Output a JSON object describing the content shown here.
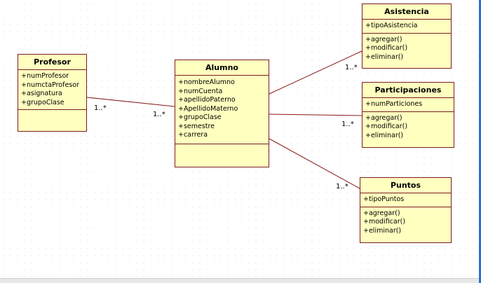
{
  "classes": {
    "profesor": {
      "name": "Profesor",
      "attributes": [
        "+numProfesor",
        "+numctaProfesor",
        "+asignatura",
        "+grupoClase"
      ],
      "methods": []
    },
    "alumno": {
      "name": "Alumno",
      "attributes": [
        "+nombreAlumno",
        "+numCuenta",
        "+apellidoPaterno",
        "+ApellidoMaterno",
        "+grupoClase",
        "+semestre",
        "+carrera"
      ],
      "methods": []
    },
    "asistencia": {
      "name": "Asistencia",
      "attributes": [
        "+tipoAsistencia"
      ],
      "methods": [
        "+agregar()",
        "+modificar()",
        "+eliminar()"
      ]
    },
    "participaciones": {
      "name": "Participaciones",
      "attributes": [
        "+numParticiones"
      ],
      "methods": [
        "+agregar()",
        "+modificar()",
        "+eliminar()"
      ]
    },
    "puntos": {
      "name": "Puntos",
      "attributes": [
        "+tipoPuntos"
      ],
      "methods": [
        "+agregar()",
        "+modificar()",
        "+eliminar()"
      ]
    }
  },
  "associations": [
    {
      "from": "profesor",
      "to": "alumno",
      "from_mult": "1..*",
      "to_mult": "1..*"
    },
    {
      "from": "alumno",
      "to": "asistencia",
      "to_mult": "1..*"
    },
    {
      "from": "alumno",
      "to": "participaciones",
      "to_mult": "1..*"
    },
    {
      "from": "alumno",
      "to": "puntos",
      "to_mult": "1..*"
    }
  ],
  "colors": {
    "class_fill": "#ffffc0",
    "class_border": "#7a1f1f",
    "line": "#8b1a1a"
  }
}
